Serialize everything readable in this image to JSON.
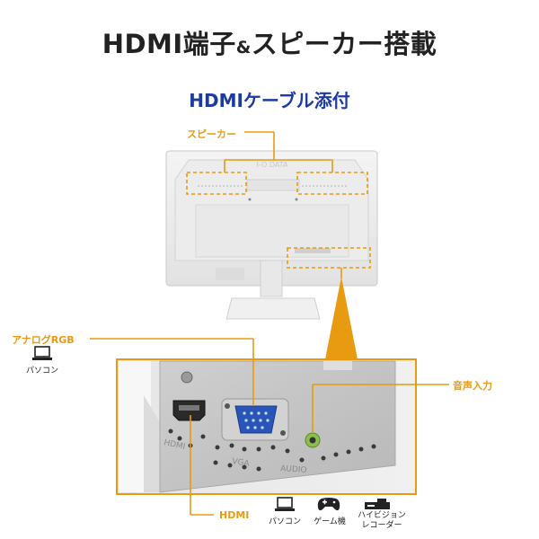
{
  "title": {
    "main_a": "HDMI端子",
    "amp": "&",
    "main_b": "スピーカー搭載"
  },
  "subtitle": "HDMIケーブル添付",
  "callouts": {
    "speaker": "スピーカー",
    "analog": "アナログRGB",
    "audio_in": "音声入力",
    "hdmi": "HDMI"
  },
  "devices": {
    "analog_pc": "パソコン",
    "pc": "パソコン",
    "game": "ゲーム機",
    "recorder_line1": "ハイビジョン",
    "recorder_line2": "レコーダー"
  },
  "port_labels": {
    "hdmi": "HDMI",
    "vga": "VGA",
    "audio": "AUDIO"
  },
  "monitor_logo": "I-O DATA",
  "colors": {
    "accent": "#e89a10",
    "subtitle": "#1c3aa0"
  },
  "icons": [
    "laptop-icon",
    "gamepad-icon",
    "recorder-icon"
  ]
}
